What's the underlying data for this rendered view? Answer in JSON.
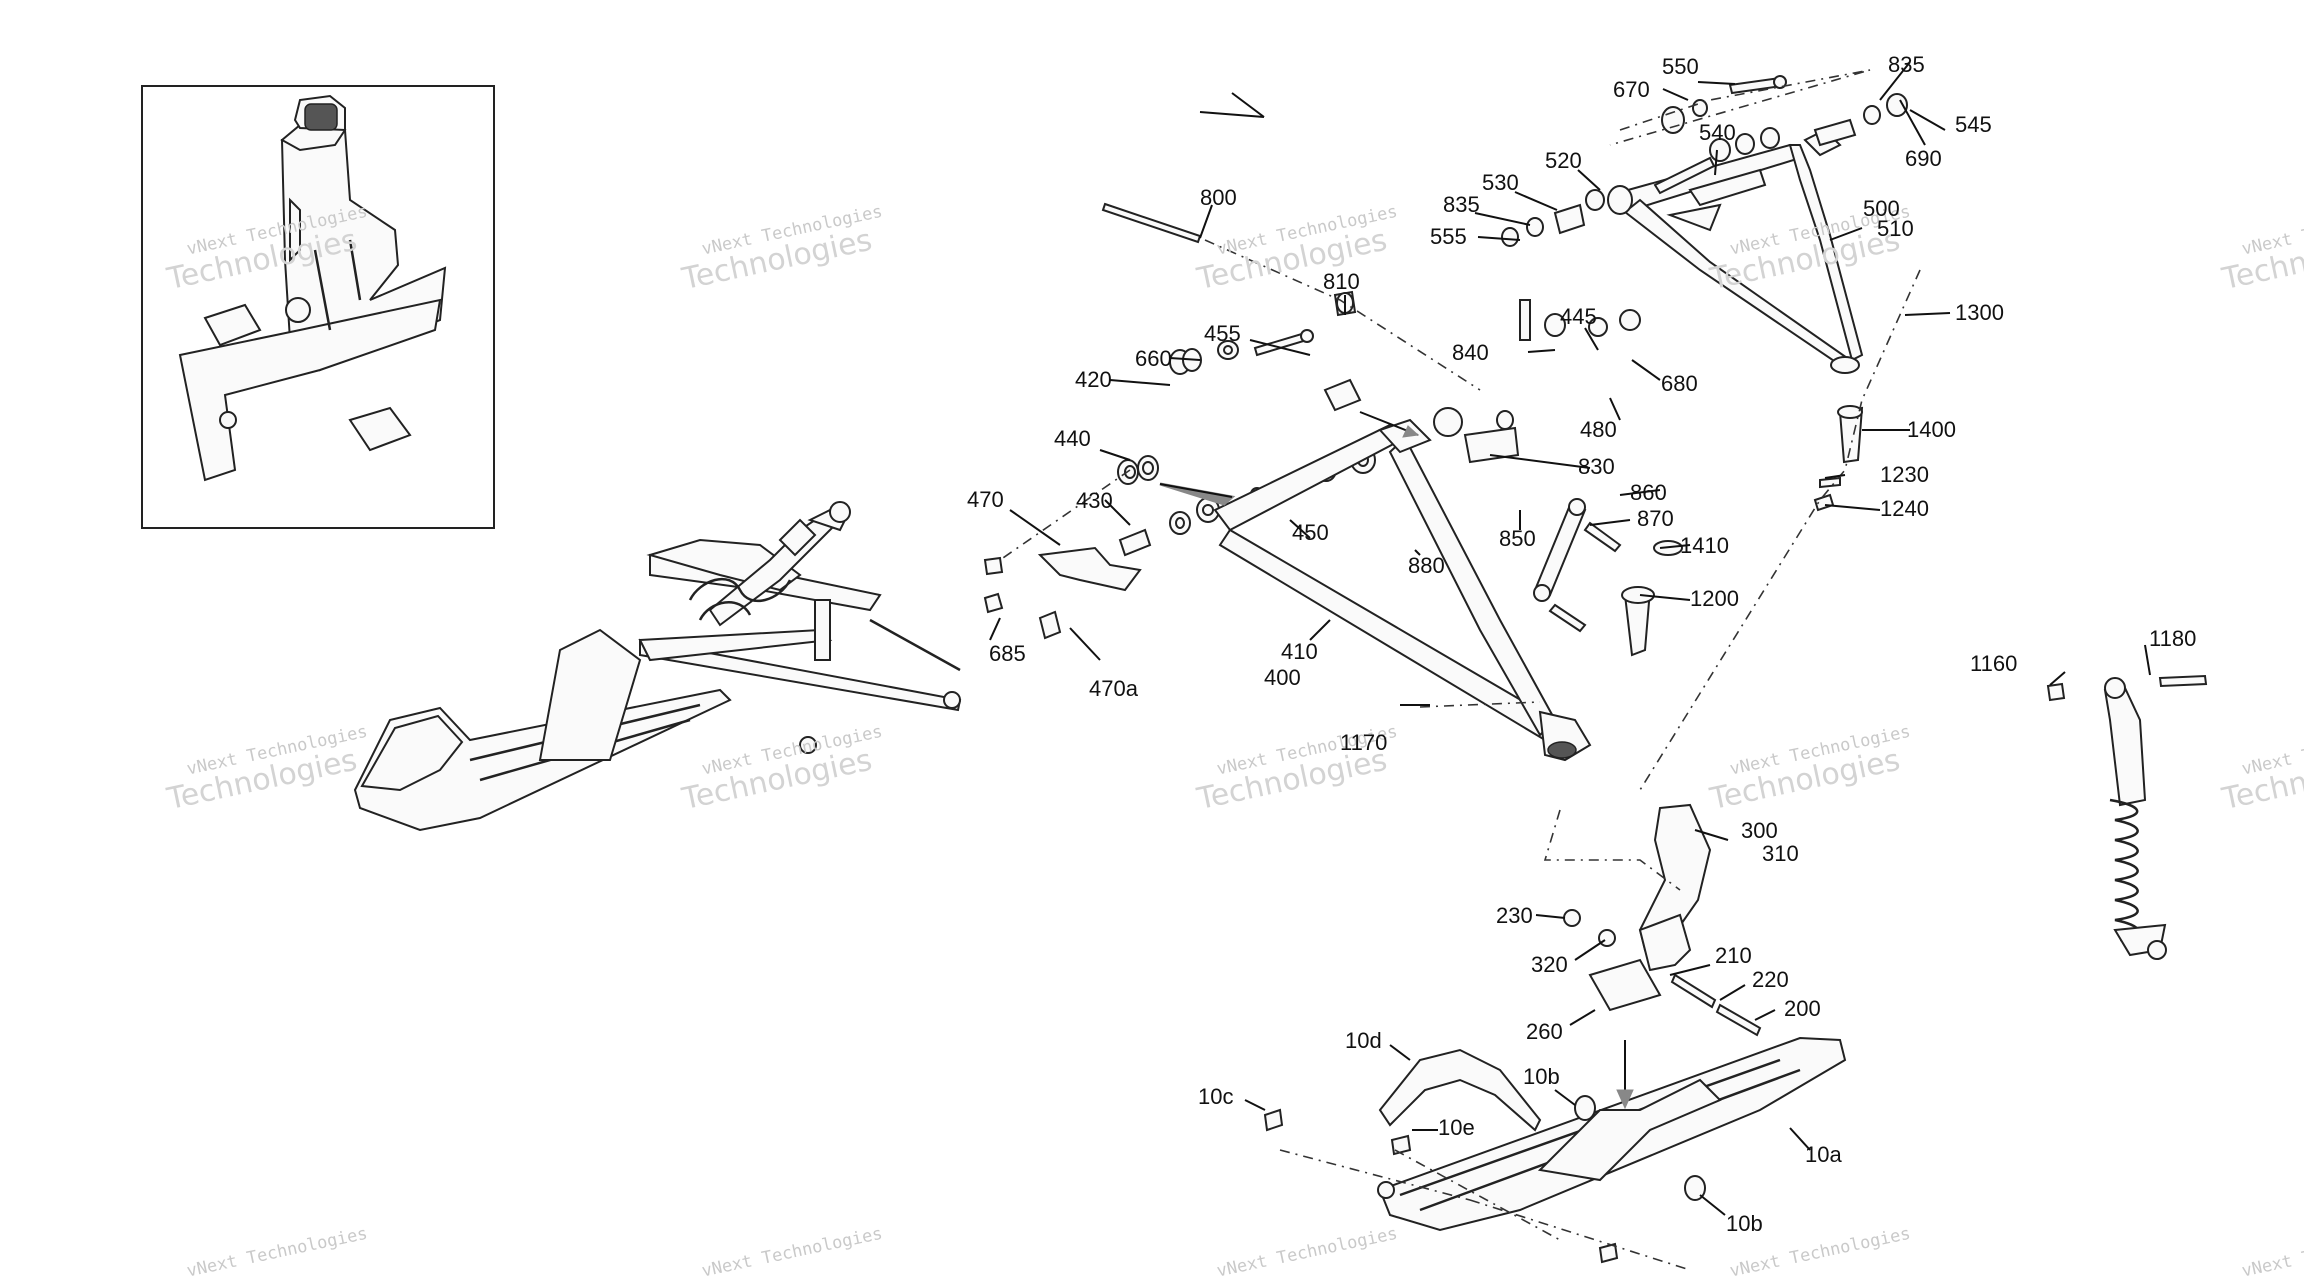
{
  "watermark": {
    "line1": "vNext Technologies",
    "line2": "Technologies"
  },
  "labels": {
    "l550": "550",
    "l835a": "835",
    "l670": "670",
    "l545": "545",
    "l540": "540",
    "l690": "690",
    "l520": "520",
    "l530": "530",
    "l835b": "835",
    "l555": "555",
    "l500": "500",
    "l510": "510",
    "l800": "800",
    "l1300": "1300",
    "l810": "810",
    "l455": "455",
    "l445": "445",
    "l840": "840",
    "l660": "660",
    "l420": "420",
    "l680": "680",
    "l480": "480",
    "l1400": "1400",
    "l440": "440",
    "l830": "830",
    "l1230": "1230",
    "l470": "470",
    "l430": "430",
    "l860": "860",
    "l1240": "1240",
    "l450": "450",
    "l850": "850",
    "l870": "870",
    "l1410": "1410",
    "l880": "880",
    "l1200": "1200",
    "l685": "685",
    "l410": "410",
    "l400": "400",
    "l470a": "470a",
    "l1170": "1170",
    "l1160": "1160",
    "l1180": "1180",
    "l300": "300",
    "l310": "310",
    "l230": "230",
    "l320": "320",
    "l210": "210",
    "l220": "220",
    "l200": "200",
    "l260": "260",
    "l10d": "10d",
    "l10b": "10b",
    "l10c": "10c",
    "l10e": "10e",
    "l10a": "10a",
    "l10b2": "10b"
  }
}
